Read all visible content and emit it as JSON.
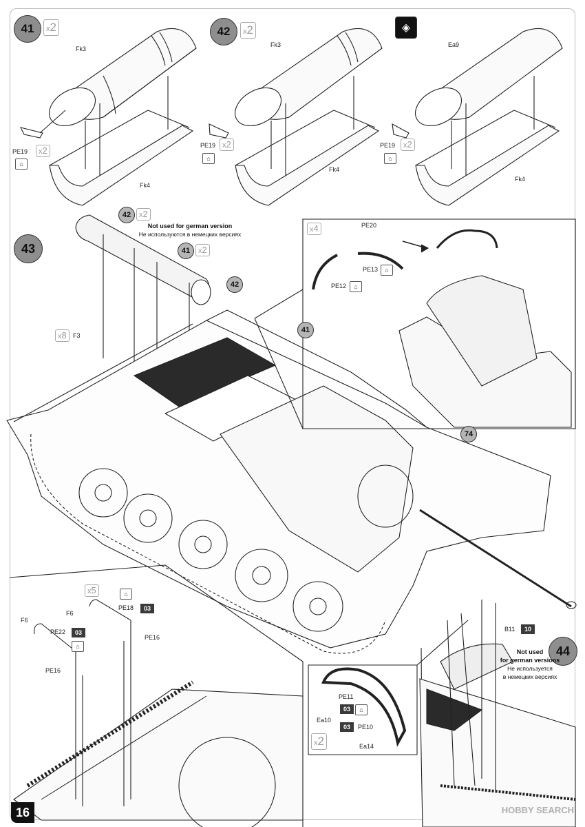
{
  "page_number": "16",
  "watermark": "HOBBY SEARCH",
  "steps": {
    "s41": {
      "num": "41",
      "qty": "2",
      "labels": {
        "top": "Fk3",
        "bottom": "Fk4",
        "pe": "PE19",
        "pe_qty": "2"
      }
    },
    "s42": {
      "num": "42",
      "qty": "2",
      "labels": {
        "top": "Fk3",
        "bottom": "Fk4",
        "pe": "PE19",
        "pe_qty": "2"
      }
    },
    "s_alt": {
      "icon": "alt-version-icon",
      "labels": {
        "top": "Ea9",
        "bottom": "Fk4",
        "pe": "PE19",
        "pe_qty": "2"
      }
    },
    "s43": {
      "num": "43",
      "ref42": "42",
      "ref42_qty": "2",
      "ref41": "41",
      "ref41_qty": "2",
      "note_en": "Not used for german version",
      "note_ru": "Не используются в немецких версиях",
      "f3": "F3",
      "f3_qty": "8",
      "callout_42": "42",
      "callout_41": "41",
      "callout_74": "74",
      "inset": {
        "qty": "4",
        "pe20": "PE20",
        "pe13": "PE13",
        "pe12": "PE12"
      }
    },
    "s44": {
      "num": "44",
      "qty": "5",
      "f6a": "F6",
      "f6b": "F6",
      "pe22": "PE22",
      "pe22_badge": "03",
      "pe18": "PE18",
      "pe18_badge": "03",
      "pe16a": "PE16",
      "pe16b": "PE16",
      "b11": "B11",
      "b11_badge": "10",
      "note_en_1": "Not used",
      "note_en_2": "for german versions",
      "note_ru_1": "Не используется",
      "note_ru_2": "в немецких версиях",
      "inset": {
        "ea10": "Ea10",
        "pe11": "PE11",
        "pe11_badge": "03",
        "pe10": "PE10",
        "pe10_badge": "03",
        "ea14": "Ea14",
        "qty": "2"
      }
    }
  }
}
